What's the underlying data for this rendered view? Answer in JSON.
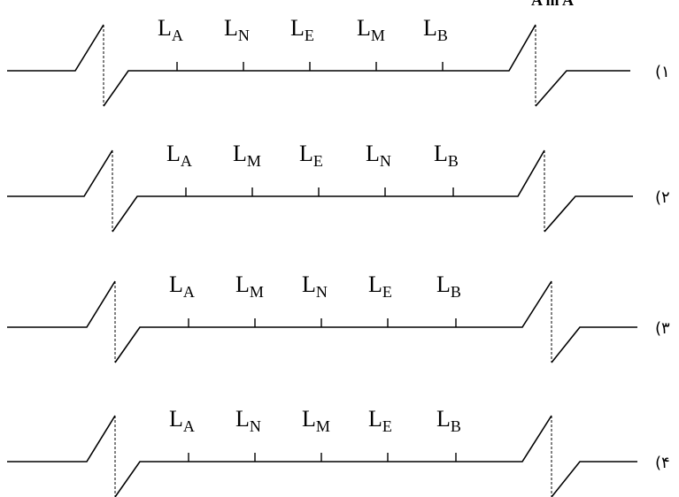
{
  "header_fragment": "A    m   A",
  "options": [
    {
      "number": "(۱",
      "labels": [
        "A",
        "N",
        "E",
        "M",
        "B"
      ]
    },
    {
      "number": "(۲",
      "labels": [
        "A",
        "M",
        "E",
        "N",
        "B"
      ]
    },
    {
      "number": "(۳",
      "labels": [
        "A",
        "M",
        "N",
        "E",
        "B"
      ]
    },
    {
      "number": "(۴",
      "labels": [
        "A",
        "N",
        "M",
        "E",
        "B"
      ]
    }
  ],
  "label_letter": "L"
}
